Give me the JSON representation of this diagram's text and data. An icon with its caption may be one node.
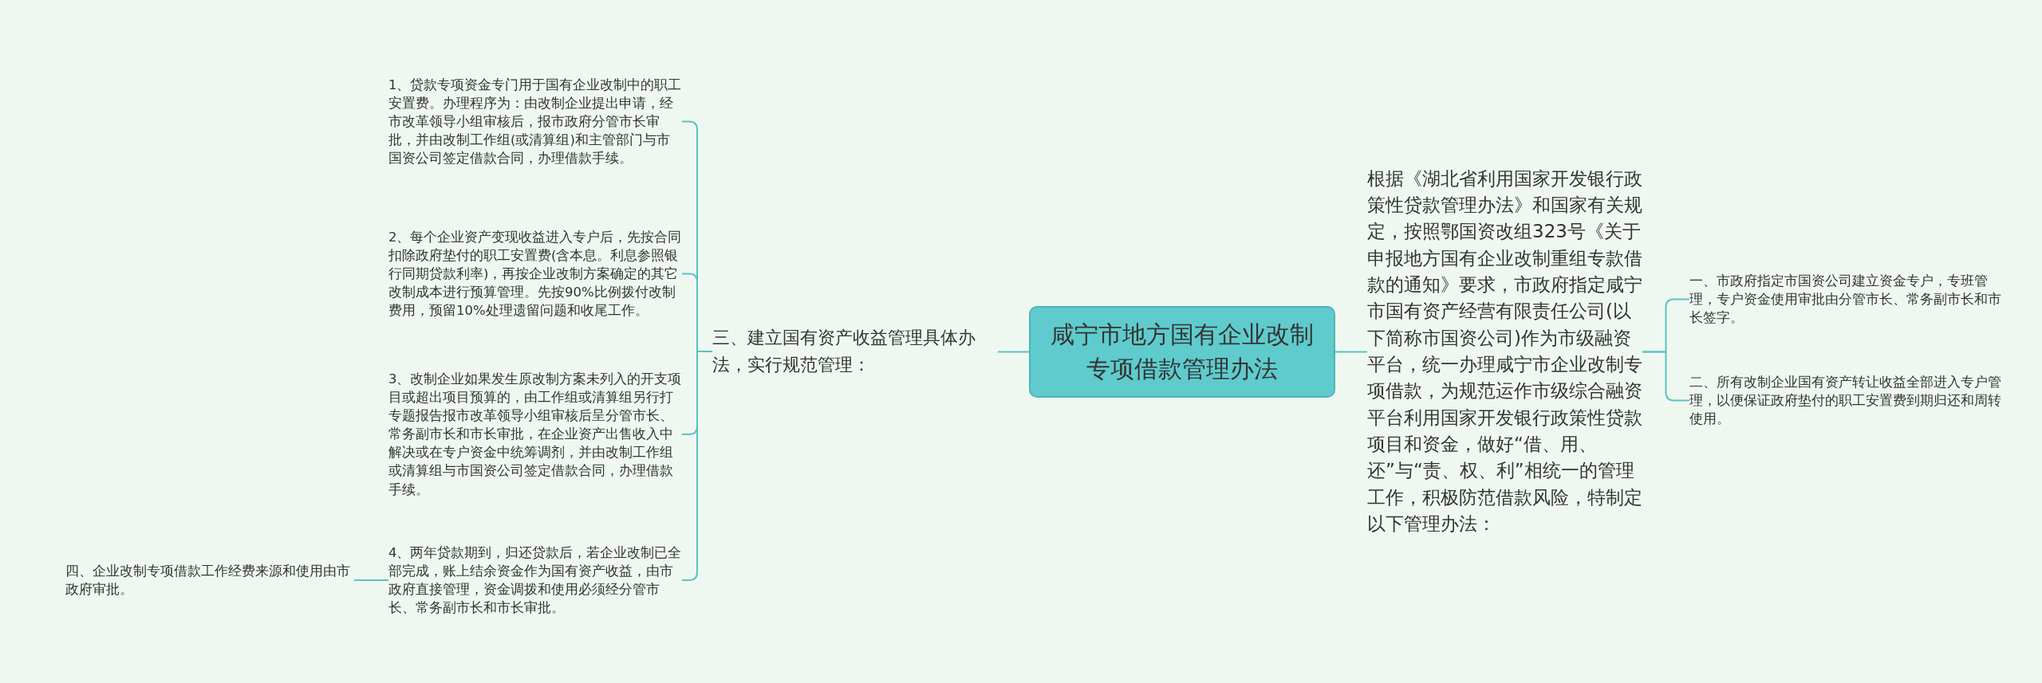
{
  "diagram": {
    "nodes": [
      {
        "text": [
          "咸宁市地方国有企业改制专项借款管理办法"
        ]
      },
      {
        "text": [
          "根据《湖北省利用国家开发银行政策性贷款管理办法》和国家有关规定，按照鄂国资改组323号《关于申报地方国有企业改制重组专款借款的通知》要求，市政府指定咸宁市国有资产经营有限责任公司(以下简称市国资公司)作为市级融资平台，统一办理咸宁市企业改制专项借款，为规范运作市级综合融资平台利用国家开发银行政策性贷款项目和资金，做好“借、用、还”与“责、权、利”相统一的管理工作，积极防范借款风险，特制定以下管理办法："
        ]
      },
      {
        "text": [
          "一、市政府指定市国资公司建立资金专户，专班管理，专户资金使用审批由分管市长、常务副市长和市长签字。"
        ]
      },
      {
        "text": [
          "二、所有改制企业国有资产转让收益全部进入专户管理，以便保证政府垫付的职工安置费到期归还和周转使用。"
        ]
      },
      {
        "text": [
          "三、建立国有资产收益管理具体办法，实行规范管理："
        ]
      },
      {
        "text": [
          "1、贷款专项资金专门用于国有企业改制中的职工安置费。办理程序为：由改制企业提出申请，经市改革领导小组审核后，报市政府分管市长审批，并由改制工作组(或清算组)和主管部门与市国资公司签定借款合同，办理借款手续。"
        ]
      },
      {
        "text": [
          "2、每个企业资产变现收益进入专户后，先按合同扣除政府垫付的职工安置费(含本息。利息参照银行同期贷款利率)，再按企业改制方案确定的其它改制成本进行预算管理。先按90%比例拨付改制费用，预留10%处理遗留问题和收尾工作。"
        ]
      },
      {
        "text": [
          "3、改制企业如果发生原改制方案未列入的开支项目或超出项目预算的，由工作组或清算组另行打专题报告报市改革领导小组审核后呈分管市长、常务副市长和市长审批，在企业资产出售收入中解决或在专户资金中统筹调剂，并由改制工作组或清算组与市国资公司签定借款合同，办理借款手续。"
        ]
      },
      {
        "text": [
          "4、两年贷款期到，归还贷款后，若企业改制已全部完成，账上结余资金作为国有资产收益，由市政府直接管理，资金调拨和使用必须经分管市长、常务副市长和市长审批。"
        ]
      },
      {
        "text": [
          "四、企业改制专项借款工作经费来源和使用由市政府审批。"
        ]
      }
    ],
    "edges": [
      {
        "from": 0,
        "to": 1,
        "arrow": "none"
      },
      {
        "from": 1,
        "to": 2,
        "arrow": "none"
      },
      {
        "from": 1,
        "to": 3,
        "arrow": "none"
      },
      {
        "from": 0,
        "to": 4,
        "arrow": "none"
      },
      {
        "from": 4,
        "to": 5,
        "arrow": "none"
      },
      {
        "from": 4,
        "to": 6,
        "arrow": "none"
      },
      {
        "from": 4,
        "to": 7,
        "arrow": "none"
      },
      {
        "from": 4,
        "to": 8,
        "arrow": "none"
      },
      {
        "from": 8,
        "to": 9,
        "arrow": "none"
      }
    ]
  }
}
